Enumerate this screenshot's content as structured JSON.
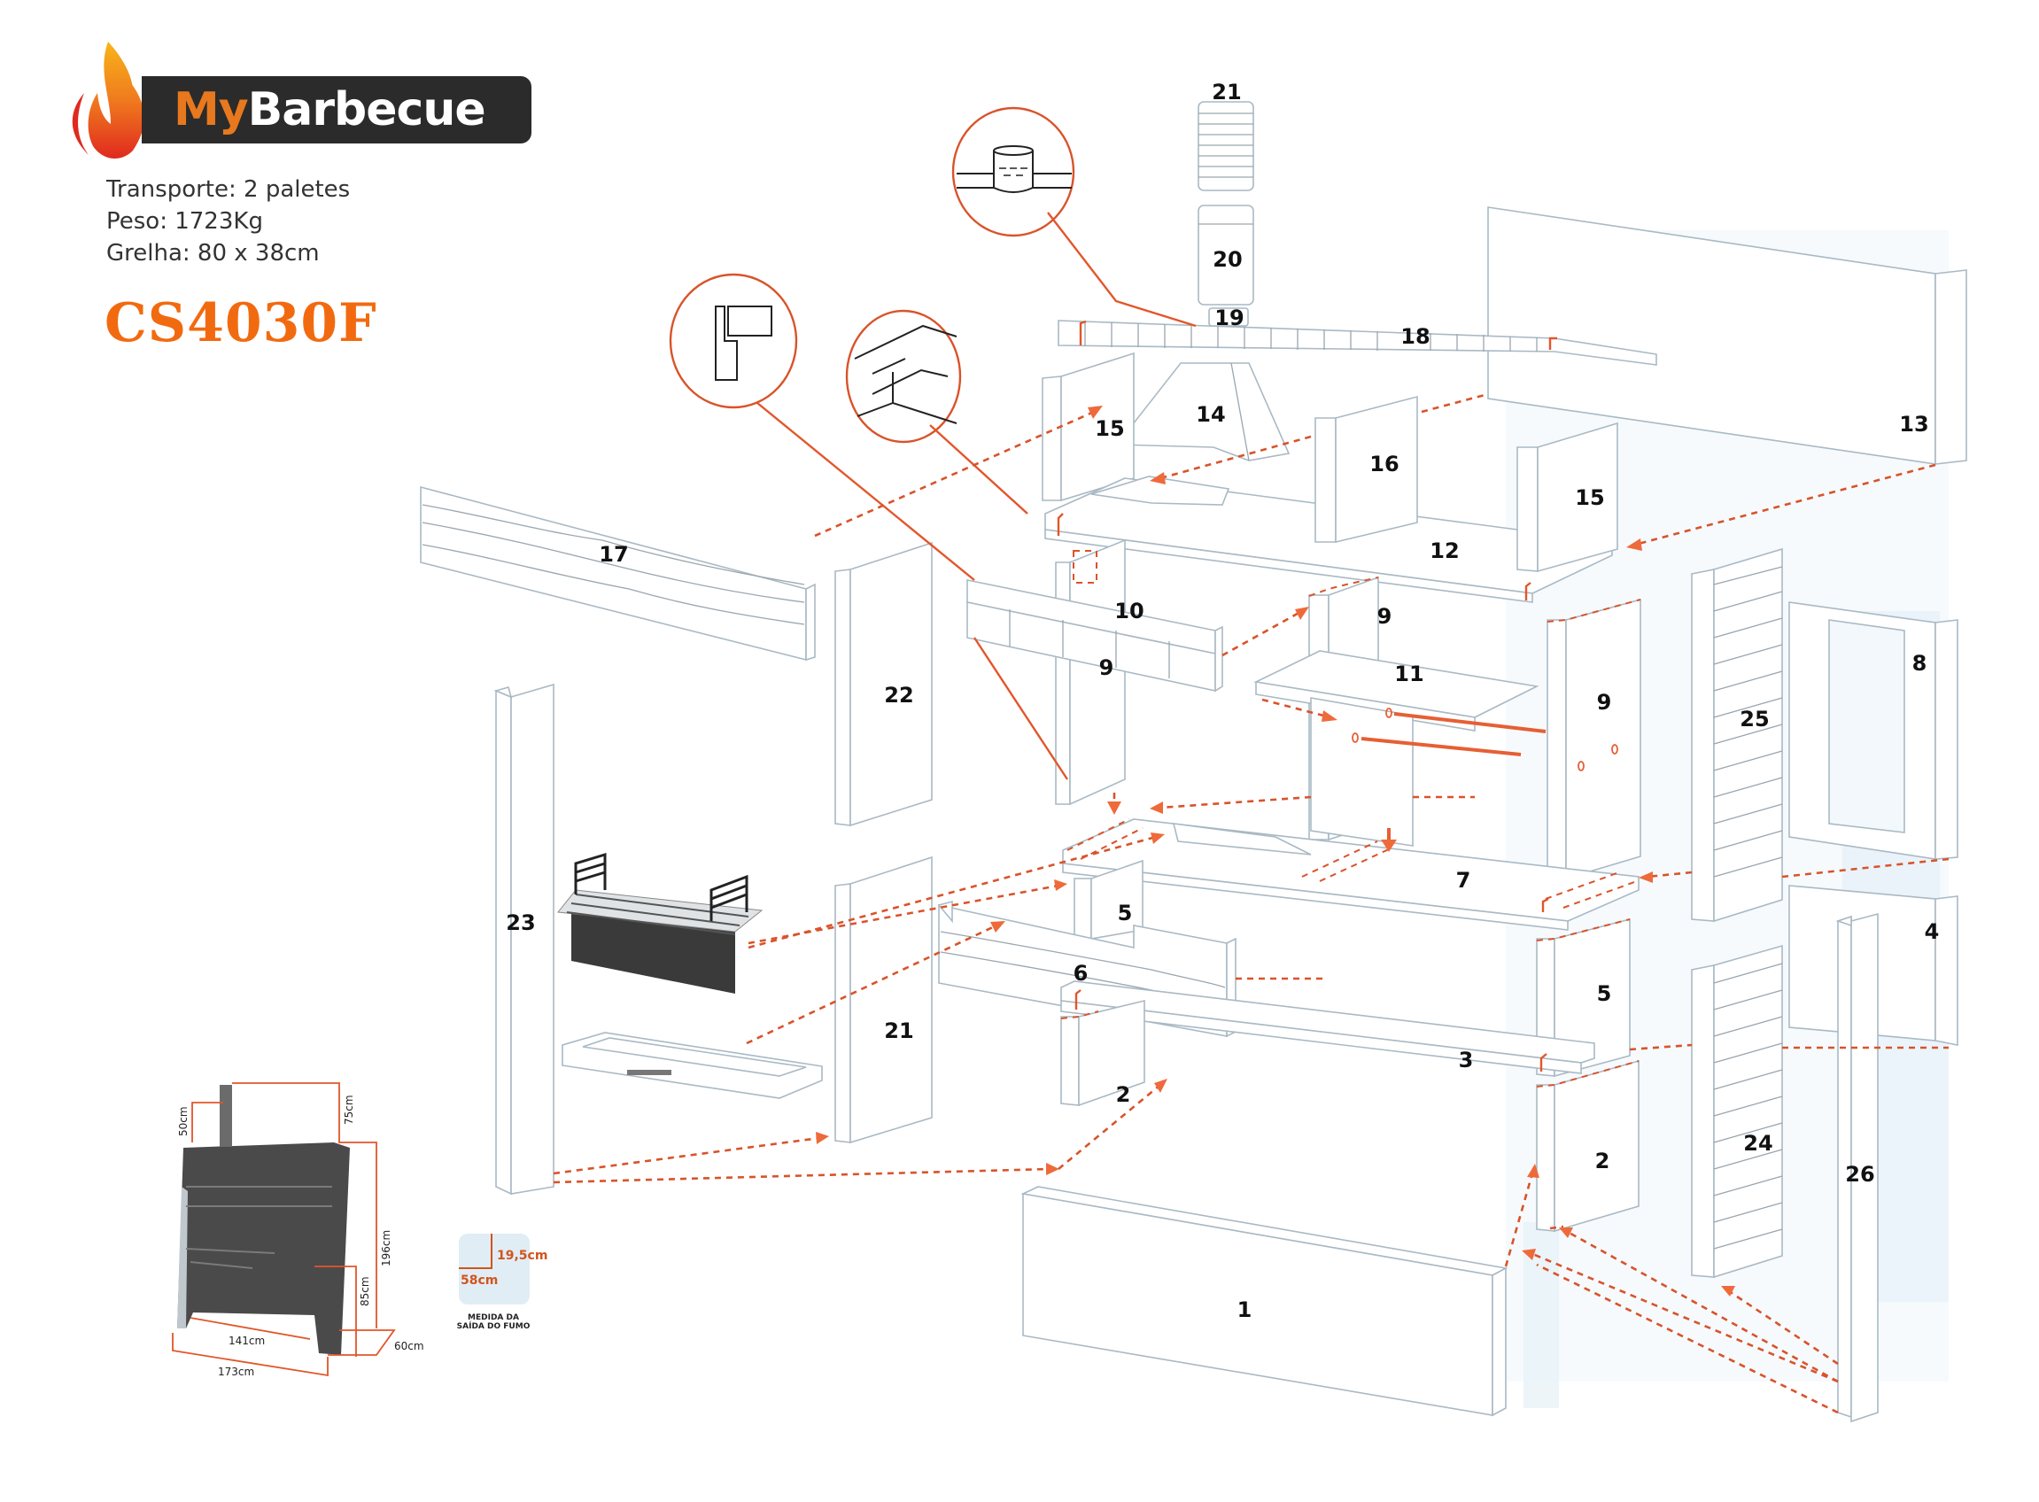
{
  "brand": {
    "name_part1": "My",
    "name_part2": "Barbecue",
    "icon": "flame-icon",
    "colors": {
      "accent": "#e8781e",
      "bar": "#2b2b2b",
      "flame_top": "#f7b51a",
      "flame_bottom": "#e02a1f"
    }
  },
  "specs": [
    "Transporte: 2 paletes",
    "Peso: 1723Kg",
    "Grelha: 80 x 38cm"
  ],
  "model": {
    "code": "CS4030F",
    "color": "#f26a10"
  },
  "parts": [
    {
      "id": "21",
      "name": "chimney-cap"
    },
    {
      "id": "20",
      "name": "chimney-pipe"
    },
    {
      "id": "19",
      "name": "chimney-collar"
    },
    {
      "id": "18",
      "name": "top-cornice"
    },
    {
      "id": "14",
      "name": "hood"
    },
    {
      "id": "15",
      "name": "upper-side-block-left"
    },
    {
      "id": "16",
      "name": "upper-center-block"
    },
    {
      "id": "15",
      "name": "upper-side-block-right"
    },
    {
      "id": "13",
      "name": "upper-back-panel"
    },
    {
      "id": "12",
      "name": "upper-slab"
    },
    {
      "id": "17",
      "name": "front-stone-panel"
    },
    {
      "id": "10",
      "name": "front-lintel"
    },
    {
      "id": "9",
      "name": "left-column"
    },
    {
      "id": "9",
      "name": "center-column"
    },
    {
      "id": "11",
      "name": "shelf"
    },
    {
      "id": "9",
      "name": "right-column"
    },
    {
      "id": "8",
      "name": "middle-back-panel"
    },
    {
      "id": "25",
      "name": "right-stone-pillar"
    },
    {
      "id": "22",
      "name": "side-panel"
    },
    {
      "id": "23",
      "name": "left-pillar"
    },
    {
      "id": "7",
      "name": "fire-slab"
    },
    {
      "id": "5",
      "name": "lower-left-block"
    },
    {
      "id": "4",
      "name": "lower-back-panel"
    },
    {
      "id": "6",
      "name": "lower-stone-panel"
    },
    {
      "id": "5",
      "name": "lower-right-block"
    },
    {
      "id": "21",
      "name": "lower-side-panel"
    },
    {
      "id": "3",
      "name": "lower-slab"
    },
    {
      "id": "2",
      "name": "base-left-block"
    },
    {
      "id": "24",
      "name": "lower-stone-pillar"
    },
    {
      "id": "2",
      "name": "base-right-block"
    },
    {
      "id": "26",
      "name": "right-pillar"
    },
    {
      "id": "1",
      "name": "base-front-panel"
    }
  ],
  "dimensions": {
    "chimney_height": "50cm",
    "chimney_offset": "75cm",
    "total_height": "196cm",
    "counter_height": "85cm",
    "inner_width": "141cm",
    "total_width": "173cm",
    "depth": "60cm"
  },
  "smoke_outlet": {
    "height": "19,5cm",
    "width": "58cm",
    "caption_line1": "MEDIDA DA",
    "caption_line2": "SAÍDA DO FUMO"
  },
  "annotation_color": "#d9532a"
}
